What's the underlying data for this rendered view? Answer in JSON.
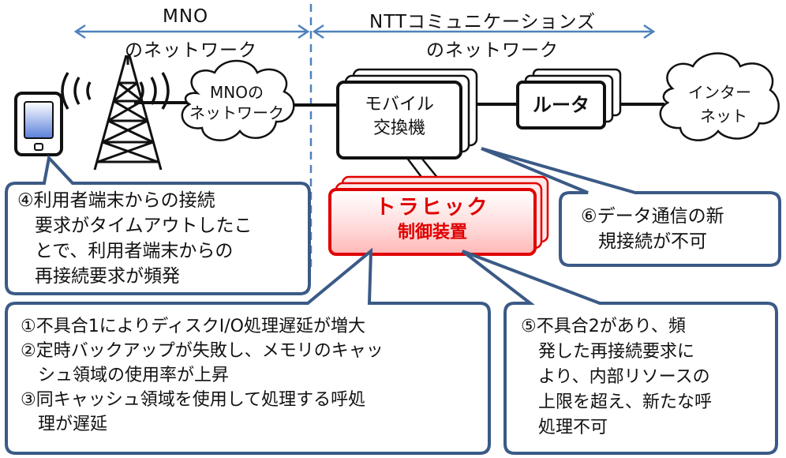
{
  "headers": {
    "mno_network_line1": "MNO",
    "mno_network_line2": "のネットワーク",
    "ntt_network_line1": "NTTコミュニケーションズ",
    "ntt_network_line2": "のネットワーク"
  },
  "nodes": {
    "mno_cloud": [
      "MNOの",
      "ネットワーク"
    ],
    "mobile_switch": [
      "モバイル",
      "交換機"
    ],
    "router": "ルータ",
    "internet_cloud": [
      "インター",
      "ネット"
    ],
    "traffic_control": [
      "トラヒック",
      "制御装置"
    ]
  },
  "callouts": {
    "c4": [
      "④利用者端末からの接続",
      "要求がタイムアウトしたこ",
      "とで、利用者端末からの",
      "再接続要求が頻発"
    ],
    "c6": [
      "⑥データ通信の新",
      "規接続が不可"
    ],
    "c123": [
      "①不具合1によりディスクI/O処理遅延が増大",
      "②定時バックアップが失敗し、メモリのキャッ",
      "シュ領域の使用率が上昇",
      "③同キャッシュ領域を使用して処理する呼処",
      "理が遅延"
    ],
    "c5": [
      "⑤不具合2があり、頻",
      "発した再接続要求に",
      "より、内部リソースの",
      "上限を超え、新たな呼",
      "処理不可"
    ]
  },
  "colors": {
    "arrow": "#4f81bd",
    "callout_border": "#3b5a86",
    "traffic_red": "#e00000",
    "traffic_fill": "#ffd8d8",
    "device_blue": "#6d8fe0"
  },
  "icons": [
    "smartphone-icon",
    "cell-tower-icon",
    "radio-waves-icon"
  ]
}
